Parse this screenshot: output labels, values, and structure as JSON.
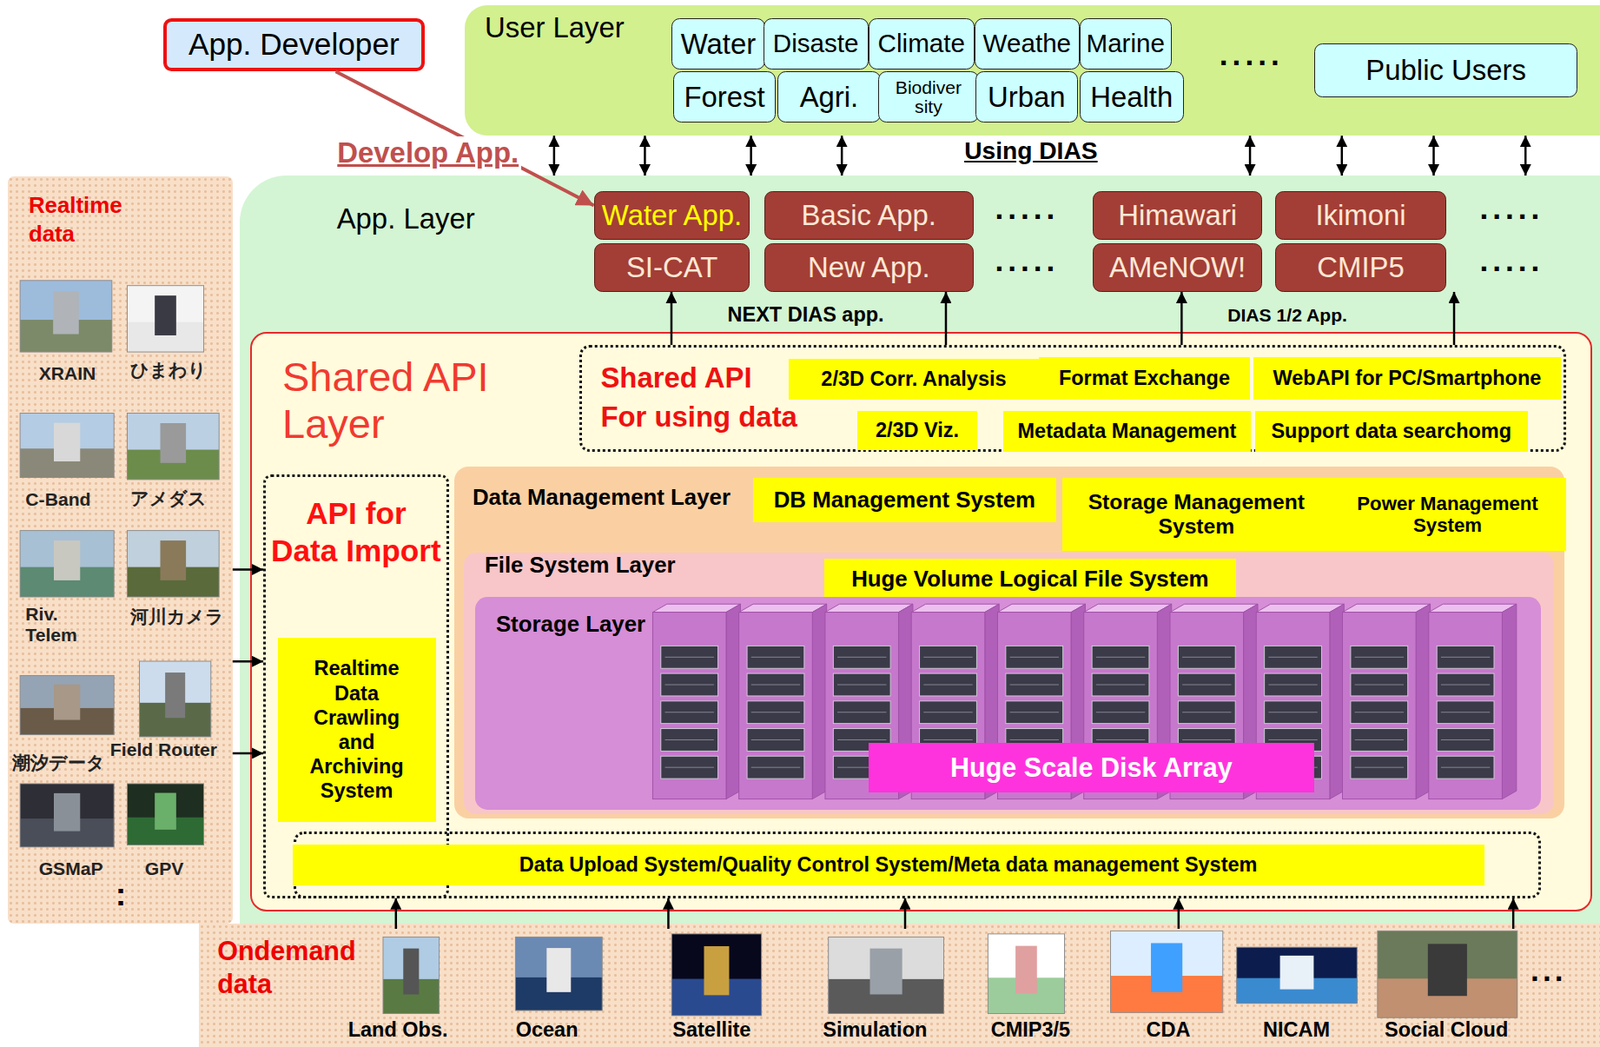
{
  "diagram": {
    "nodes": [
      {
        "text": [
          "App. Developer"
        ]
      },
      {
        "text": [
          "User Layer"
        ]
      },
      {
        "text": [
          "Water"
        ],
        "in": 1
      },
      {
        "text": [
          "Disaste"
        ],
        "in": 1
      },
      {
        "text": [
          "Climate"
        ],
        "in": 1
      },
      {
        "text": [
          "Weathe"
        ],
        "in": 1
      },
      {
        "text": [
          "Marine"
        ],
        "in": 1
      },
      {
        "text": [
          "Forest"
        ],
        "in": 1
      },
      {
        "text": [
          "Agri."
        ],
        "in": 1
      },
      {
        "text": [
          "Biodiver sity"
        ],
        "in": 1
      },
      {
        "text": [
          "Urban"
        ],
        "in": 1
      },
      {
        "text": [
          "Health"
        ],
        "in": 1
      },
      {
        "text": [
          "Public Users"
        ],
        "in": 1
      },
      {
        "text": [
          "App. Layer"
        ]
      },
      {
        "text": [
          "Water App."
        ],
        "in": 13
      },
      {
        "text": [
          "Basic App."
        ],
        "in": 13
      },
      {
        "text": [
          "Himawari"
        ],
        "in": 13
      },
      {
        "text": [
          "Ikimoni"
        ],
        "in": 13
      },
      {
        "text": [
          "SI-CAT"
        ],
        "in": 13
      },
      {
        "text": [
          "New App."
        ],
        "in": 13
      },
      {
        "text": [
          "AMeNOW!"
        ],
        "in": 13
      },
      {
        "text": [
          "CMIP5"
        ],
        "in": 13
      },
      {
        "text": [
          "Shared API Layer"
        ],
        "in": 13
      },
      {
        "text": [
          "Shared API For using data"
        ],
        "in": 22
      },
      {
        "text": [
          "2/3D Corr. Analysis"
        ],
        "in": 23
      },
      {
        "text": [
          "Format Exchange"
        ],
        "in": 23
      },
      {
        "text": [
          "WebAPI for PC/Smartphone"
        ],
        "in": 23
      },
      {
        "text": [
          "2/3D Viz."
        ],
        "in": 23
      },
      {
        "text": [
          "Metadata Management"
        ],
        "in": 23
      },
      {
        "text": [
          "Support data searchomg"
        ],
        "in": 23
      },
      {
        "text": [
          "API for Data Import"
        ],
        "in": 22
      },
      {
        "text": [
          "Realtime Data Crawling and Archiving System"
        ],
        "in": 30
      },
      {
        "text": [
          "Data Management Layer"
        ],
        "in": 22
      },
      {
        "text": [
          "DB Management System"
        ],
        "in": 32
      },
      {
        "text": [
          "Storage Management System"
        ],
        "in": 32
      },
      {
        "text": [
          "Power Management System"
        ],
        "in": 32
      },
      {
        "text": [
          "File System Layer"
        ],
        "in": 32
      },
      {
        "text": [
          "Huge Volume Logical File System"
        ],
        "in": 36
      },
      {
        "text": [
          "Storage Layer"
        ],
        "in": 36
      },
      {
        "text": [
          "Huge Scale Disk Array"
        ],
        "in": 38
      },
      {
        "text": [
          "Data Upload System/Quality Control System/Meta data management System"
        ],
        "in": 22
      },
      {
        "text": [
          "Realtime data"
        ]
      },
      {
        "text": [
          "Ondemand data"
        ]
      },
      {
        "text": [
          "Land Obs."
        ],
        "in": 42
      },
      {
        "text": [
          "Ocean"
        ],
        "in": 42
      },
      {
        "text": [
          "Satellite"
        ],
        "in": 42
      },
      {
        "text": [
          "Simulation"
        ],
        "in": 42
      },
      {
        "text": [
          "CMIP3/5"
        ],
        "in": 42
      },
      {
        "text": [
          "CDA"
        ],
        "in": 42
      },
      {
        "text": [
          "NICAM"
        ],
        "in": 42
      },
      {
        "text": [
          "Social Cloud"
        ],
        "in": 42
      }
    ],
    "edges": [
      {
        "from": 0,
        "to": 14,
        "arrow": "to"
      },
      {
        "from": 1,
        "to": 13,
        "arrow": "both"
      },
      {
        "from": 1,
        "to": 13,
        "arrow": "both"
      },
      {
        "from": 1,
        "to": 13,
        "arrow": "both"
      },
      {
        "from": 1,
        "to": 13,
        "arrow": "both"
      },
      {
        "from": 1,
        "to": 13,
        "arrow": "both"
      },
      {
        "from": 1,
        "to": 13,
        "arrow": "both"
      },
      {
        "from": 1,
        "to": 13,
        "arrow": "both"
      },
      {
        "from": 1,
        "to": 13,
        "arrow": "both"
      },
      {
        "from": 23,
        "to": 18,
        "arrow": "to"
      },
      {
        "from": 23,
        "to": 19,
        "arrow": "to"
      },
      {
        "from": 23,
        "to": 20,
        "arrow": "to"
      },
      {
        "from": 23,
        "to": 21,
        "arrow": "to"
      },
      {
        "from": 41,
        "to": 30,
        "arrow": "to"
      },
      {
        "from": 41,
        "to": 30,
        "arrow": "to"
      },
      {
        "from": 41,
        "to": 30,
        "arrow": "to"
      },
      {
        "from": 43,
        "to": 40,
        "arrow": "to"
      },
      {
        "from": 45,
        "to": 40,
        "arrow": "to"
      },
      {
        "from": 46,
        "to": 40,
        "arrow": "to"
      },
      {
        "from": 48,
        "to": 40,
        "arrow": "to"
      },
      {
        "from": 50,
        "to": 40,
        "arrow": "to"
      }
    ],
    "labels": [
      "Develop App.",
      "Using DIAS",
      "NEXT DIAS app.",
      "DIAS 1/2 App.",
      ".....",
      ".....",
      ".....",
      ".....",
      ".....",
      "...",
      "XRAIN",
      "ひまわり",
      "C-Band",
      "アメダス",
      "Riv. Telem",
      "河川カメラ",
      "潮汐データ",
      "Field Router",
      "GSMaP",
      "GPV",
      ":"
    ]
  }
}
